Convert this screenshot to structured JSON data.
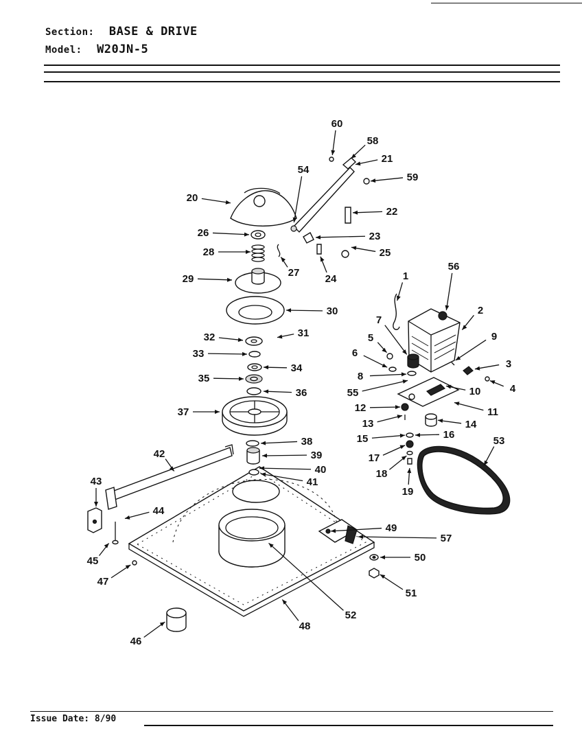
{
  "header": {
    "section_label": "Section:",
    "section_value": "BASE & DRIVE",
    "model_label": "Model:",
    "model_value": "W20JN-5"
  },
  "footer": {
    "issue_label": "Issue Date:",
    "issue_value": "8/90"
  },
  "callouts": [
    "1",
    "2",
    "3",
    "4",
    "5",
    "6",
    "7",
    "8",
    "9",
    "10",
    "11",
    "12",
    "13",
    "14",
    "15",
    "16",
    "17",
    "18",
    "19",
    "20",
    "21",
    "22",
    "23",
    "24",
    "25",
    "26",
    "27",
    "28",
    "29",
    "30",
    "31",
    "32",
    "33",
    "34",
    "35",
    "36",
    "37",
    "38",
    "39",
    "40",
    "41",
    "42",
    "43",
    "44",
    "45",
    "46",
    "47",
    "48",
    "49",
    "50",
    "51",
    "52",
    "53",
    "54",
    "55",
    "56",
    "57",
    "58",
    "59",
    "60"
  ]
}
